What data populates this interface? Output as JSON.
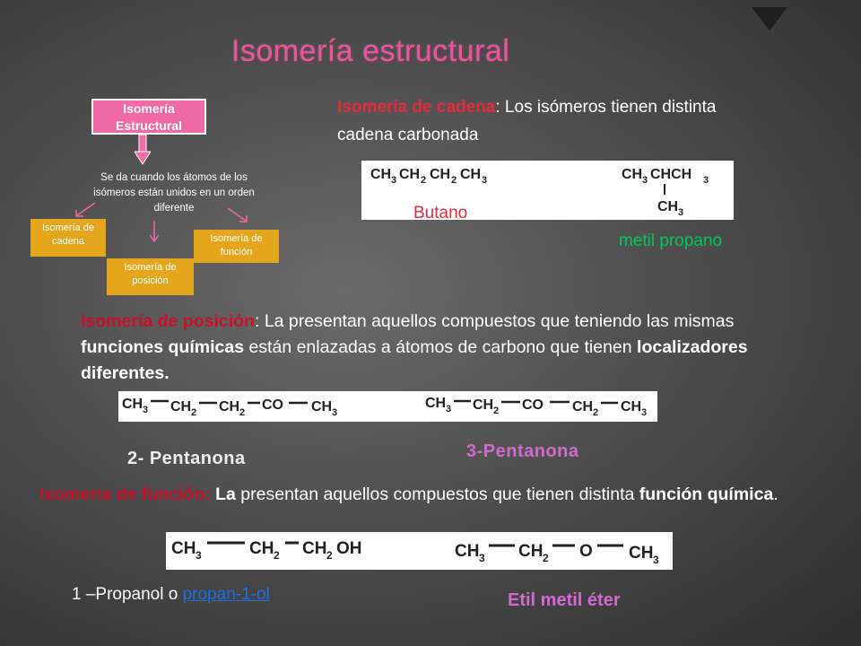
{
  "title": "Isomería estructural",
  "diagram": {
    "root": "Isomería Estructural",
    "root_line1": "Isomería",
    "root_line2": "Estructural",
    "definition": "Se da cuando los átomos de los isómeros están unidos en un orden diferente",
    "types": [
      "Isomería de cadena",
      "Isomería de posición",
      "Isomería de función"
    ]
  },
  "cadena": {
    "label": "Isomería de cadena",
    "text": ": Los isómeros tienen distinta  cadena carbonada",
    "butano_name": "Butano",
    "metilpropano_name": "metil propano"
  },
  "posicion": {
    "label": "Isomería de posición",
    "text1": ": La presentan aquellos compuestos que teniendo las mismas ",
    "bold1": "funciones químicas",
    "text2": " están enlazadas a átomos de carbono que tienen ",
    "bold2": "localizadores diferentes.",
    "name_2": "2- Pentanona",
    "name_3": "3-Pentanona"
  },
  "funcion": {
    "label": "Isomería de función:",
    "bold_la": "La",
    "text1": " presentan aquellos compuestos que tienen distinta ",
    "bold1": "función química",
    "text2": ".",
    "propanol": "1 –Propanol  o  ",
    "propanol_link": "propan-1-ol",
    "eter": "Etil metil éter"
  },
  "colors": {
    "pink": "#f06aa6",
    "yellow": "#e3a61d",
    "red": "#e32b3d",
    "green": "#00c85a",
    "violet": "#d36ad0"
  }
}
